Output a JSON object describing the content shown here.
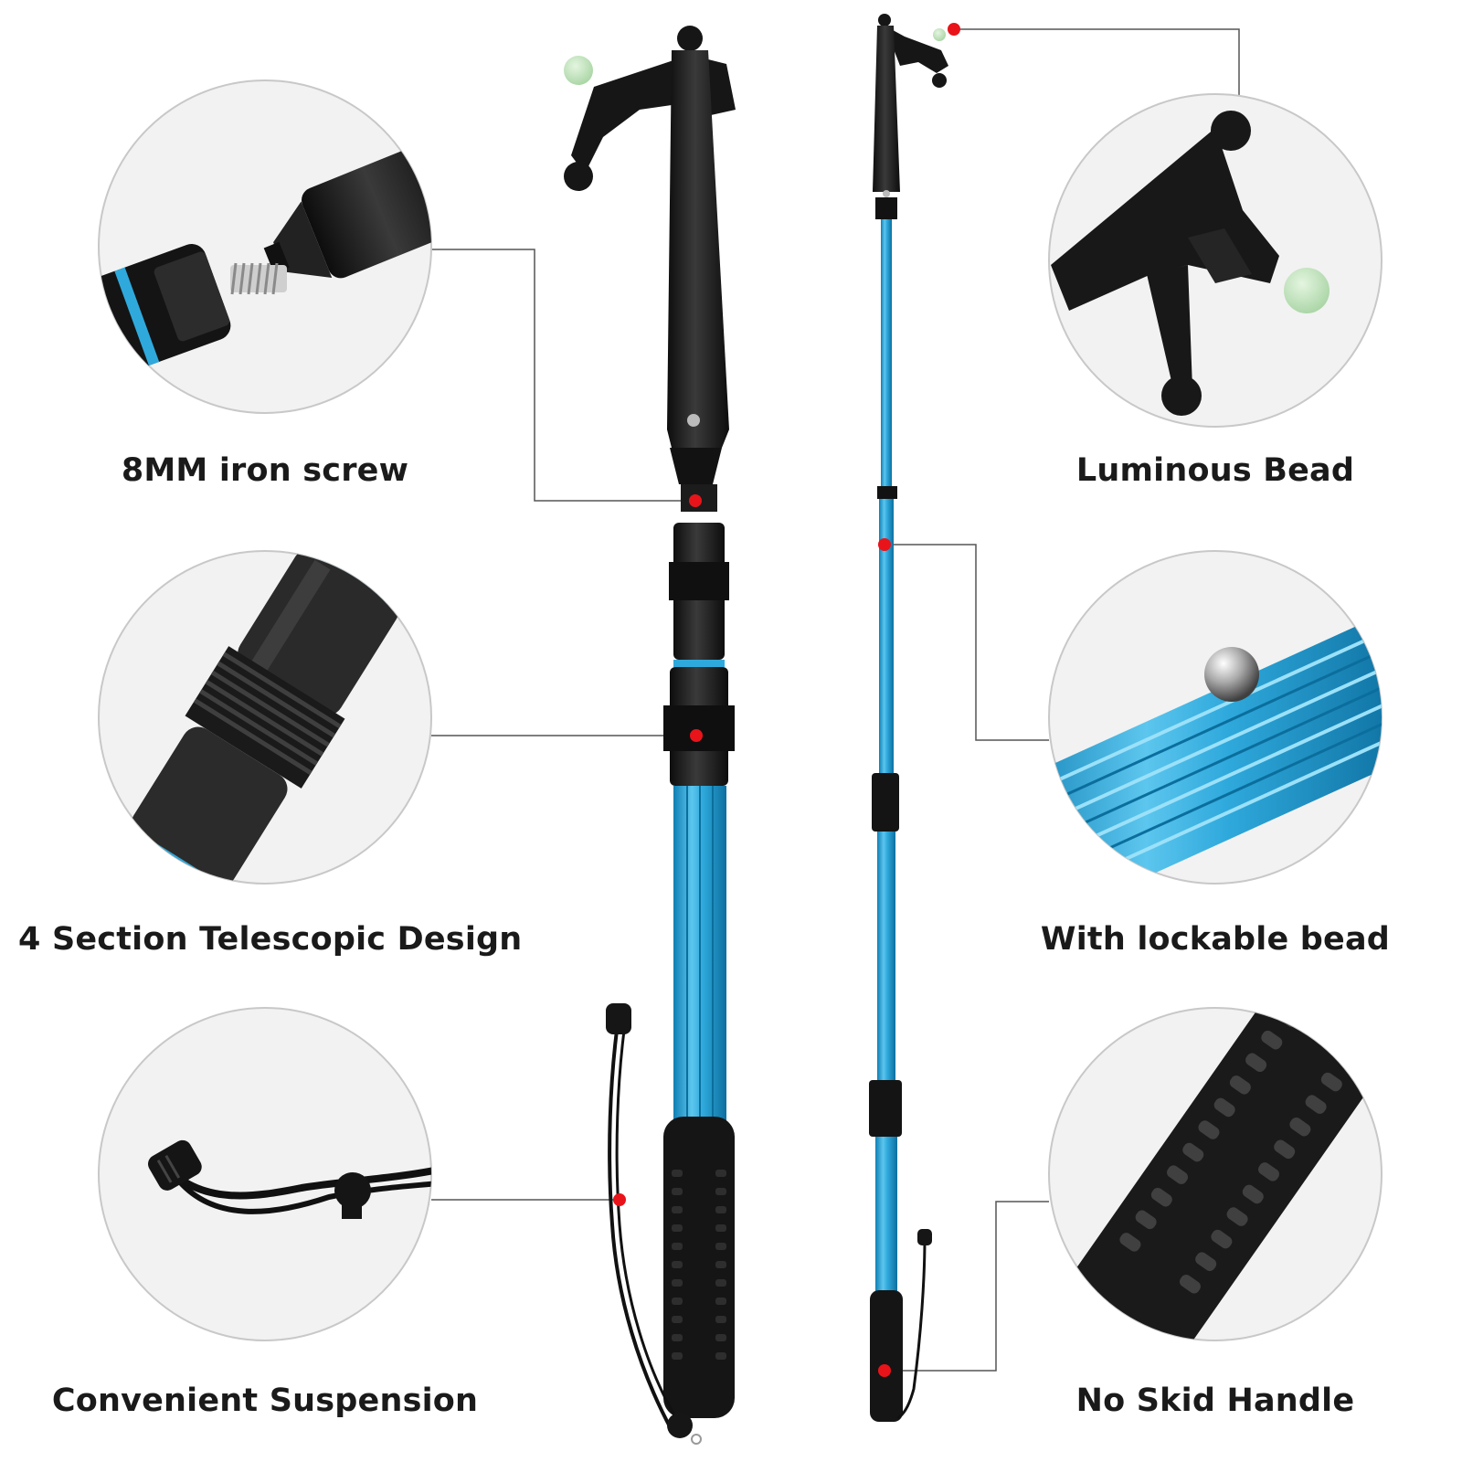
{
  "features": {
    "iron_screw": "8MM iron screw",
    "telescopic": "4 Section Telescopic Design",
    "suspension": "Convenient Suspension",
    "luminous_bead": "Luminous Bead",
    "lockable_bead": "With lockable bead",
    "no_skid": "No Skid Handle"
  },
  "colors": {
    "pole_blue": "#2fa9dc",
    "pole_blue_dark": "#0f7fb4",
    "rubber_black": "#1c1c1c",
    "bead_glow": "#c6e6c3",
    "marker_red": "#e8141a",
    "callout_line": "#555555",
    "circle_bg": "#f2f2f2"
  }
}
